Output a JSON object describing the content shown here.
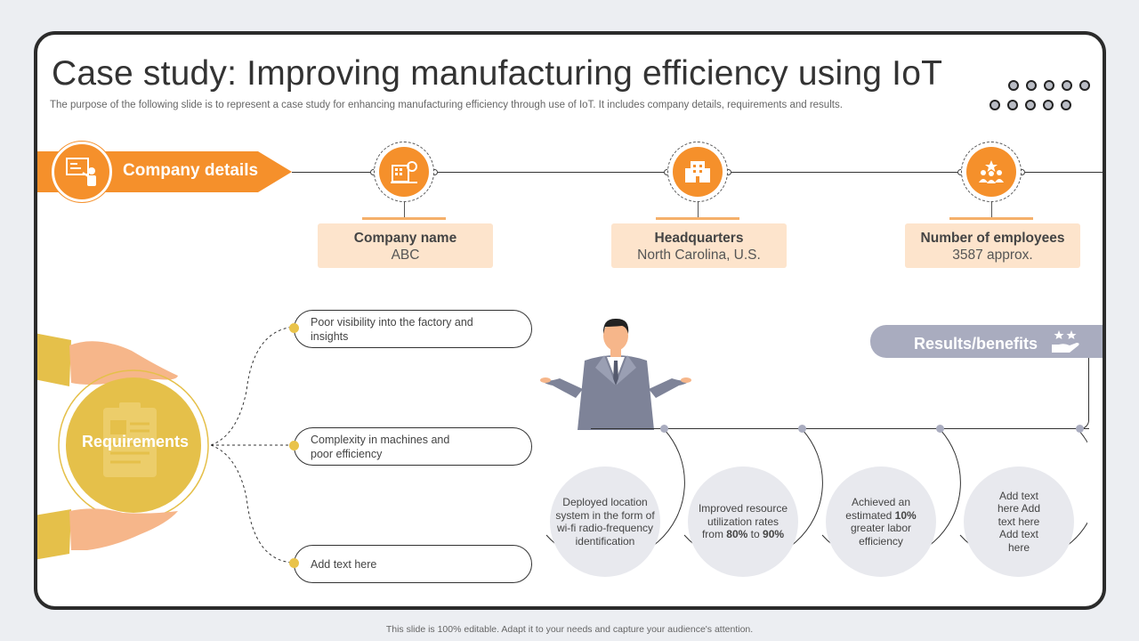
{
  "title": "Case study: Improving manufacturing efficiency using IoT",
  "subtitle": "The purpose of the following slide is to represent a case study for enhancing manufacturing efficiency through use of IoT. It includes company details, requirements and results.",
  "company_details": {
    "label": "Company details",
    "items": [
      {
        "heading": "Company name",
        "value": "ABC",
        "icon": "building-icon"
      },
      {
        "heading": "Headquarters",
        "value": "North Carolina, U.S.",
        "icon": "headquarters-icon"
      },
      {
        "heading": "Number of employees",
        "value": "3587 approx.",
        "icon": "team-icon"
      }
    ]
  },
  "requirements": {
    "label": "Requirements",
    "items": [
      "Poor visibility into the factory and insights",
      "Complexity in machines and poor efficiency",
      "Add text here"
    ]
  },
  "results": {
    "label": "Results/benefits",
    "items": [
      {
        "parts": [
          "Deployed location system in the form of wi-fi radio-frequency identification"
        ]
      },
      {
        "parts": [
          "Improved resource utilization rates from ",
          "80%",
          " to ",
          "90%"
        ]
      },
      {
        "parts": [
          "Achieved an estimated ",
          "10%",
          " greater labor efficiency"
        ]
      },
      {
        "parts": [
          "Add text here Add text here Add text here"
        ]
      }
    ]
  },
  "colors": {
    "accent": "#f5902b",
    "light_accent": "#fde4cc",
    "yellow": "#e9c34a",
    "results": "#a9acbf"
  },
  "footer": "This slide is 100% editable. Adapt it to your needs and capture your audience's attention."
}
